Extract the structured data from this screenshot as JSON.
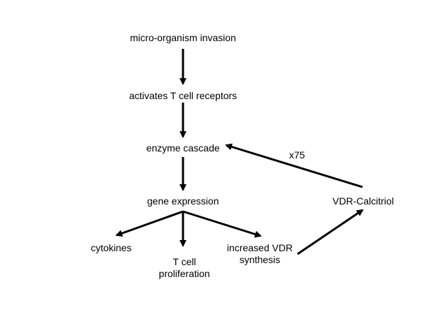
{
  "diagram": {
    "nodes": {
      "invasion": "micro-organism invasion",
      "tcell_receptors": "activates T cell receptors",
      "enzyme_cascade": "enzyme cascade",
      "gene_expression": "gene expression",
      "cytokines": "cytokines",
      "proliferation_line1": "T cell",
      "proliferation_line2": "proliferation",
      "vdr_synthesis_line1": "increased VDR",
      "vdr_synthesis_line2": "synthesis",
      "vdr_calcitriol": "VDR-Calcitriol"
    },
    "edge_labels": {
      "amplification": "x75"
    },
    "edges": [
      {
        "from": "invasion",
        "to": "tcell_receptors"
      },
      {
        "from": "tcell_receptors",
        "to": "enzyme_cascade"
      },
      {
        "from": "enzyme_cascade",
        "to": "gene_expression"
      },
      {
        "from": "gene_expression",
        "to": "cytokines"
      },
      {
        "from": "gene_expression",
        "to": "proliferation"
      },
      {
        "from": "gene_expression",
        "to": "vdr_synthesis"
      },
      {
        "from": "vdr_synthesis",
        "to": "vdr_calcitriol"
      },
      {
        "from": "vdr_calcitriol",
        "to": "enzyme_cascade",
        "label": "x75"
      }
    ],
    "colors": {
      "arrow": "#000000",
      "text": "#000000",
      "background": "#ffffff"
    }
  }
}
